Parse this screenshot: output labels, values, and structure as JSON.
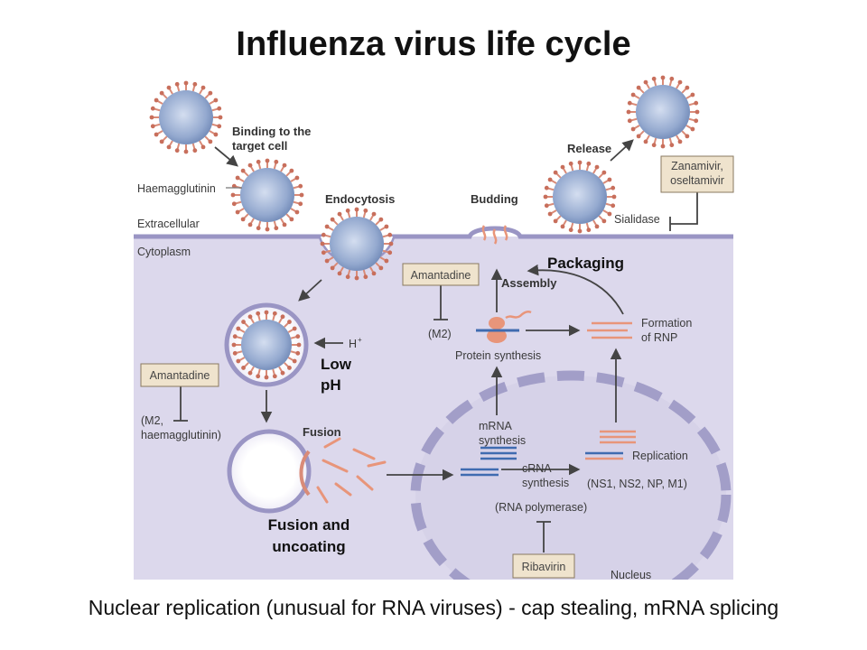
{
  "title": "Influenza virus life cycle",
  "caption": "Nuclear replication (unusual for RNA viruses) - cap stealing, mRNA splicing",
  "labels": {
    "binding_1": "Binding to the",
    "binding_2": "target cell",
    "haemagglutinin": "Haemagglutinin",
    "extracellular": "Extracellular",
    "cytoplasm": "Cytoplasm",
    "endocytosis": "Endocytosis",
    "budding": "Budding",
    "release": "Release",
    "sialidase": "Sialidase",
    "packaging": "Packaging",
    "assembly": "Assembly",
    "m2": "(M2)",
    "protein_synthesis": "Protein synthesis",
    "formation_1": "Formation",
    "formation_2": "of RNP",
    "h_plus": "H",
    "low": "Low",
    "ph": "pH",
    "m2_haem_1": "(M2,",
    "m2_haem_2": "haemagglutinin)",
    "fusion": "Fusion",
    "mrna_1": "mRNA",
    "mrna_2": "synthesis",
    "crna_1": "cRNA",
    "crna_2": "synthesis",
    "replication": "Replication",
    "replication_proteins": "(NS1, NS2, NP, M1)",
    "rna_polymerase": "(RNA polymerase)",
    "fusion_uncoating_1": "Fusion and",
    "fusion_uncoating_2": "uncoating",
    "nucleus": "Nucleus"
  },
  "drugs": {
    "zanamivir_1": "Zanamivir,",
    "zanamivir_2": "oseltamivir",
    "amantadine_top": "Amantadine",
    "amantadine_left": "Amantadine",
    "ribavirin": "Ribavirin"
  },
  "colors": {
    "cytoplasm": "#dcd8ec",
    "membrane": "#9a95c4",
    "nucleus_dash": "#a29ec8",
    "drug_box": "#efe3cd",
    "virus_spike": "#d98b78",
    "virus_core": "#8da4cc",
    "rna_blue": "#3f6bb0",
    "rna_salmon": "#e8957a"
  }
}
